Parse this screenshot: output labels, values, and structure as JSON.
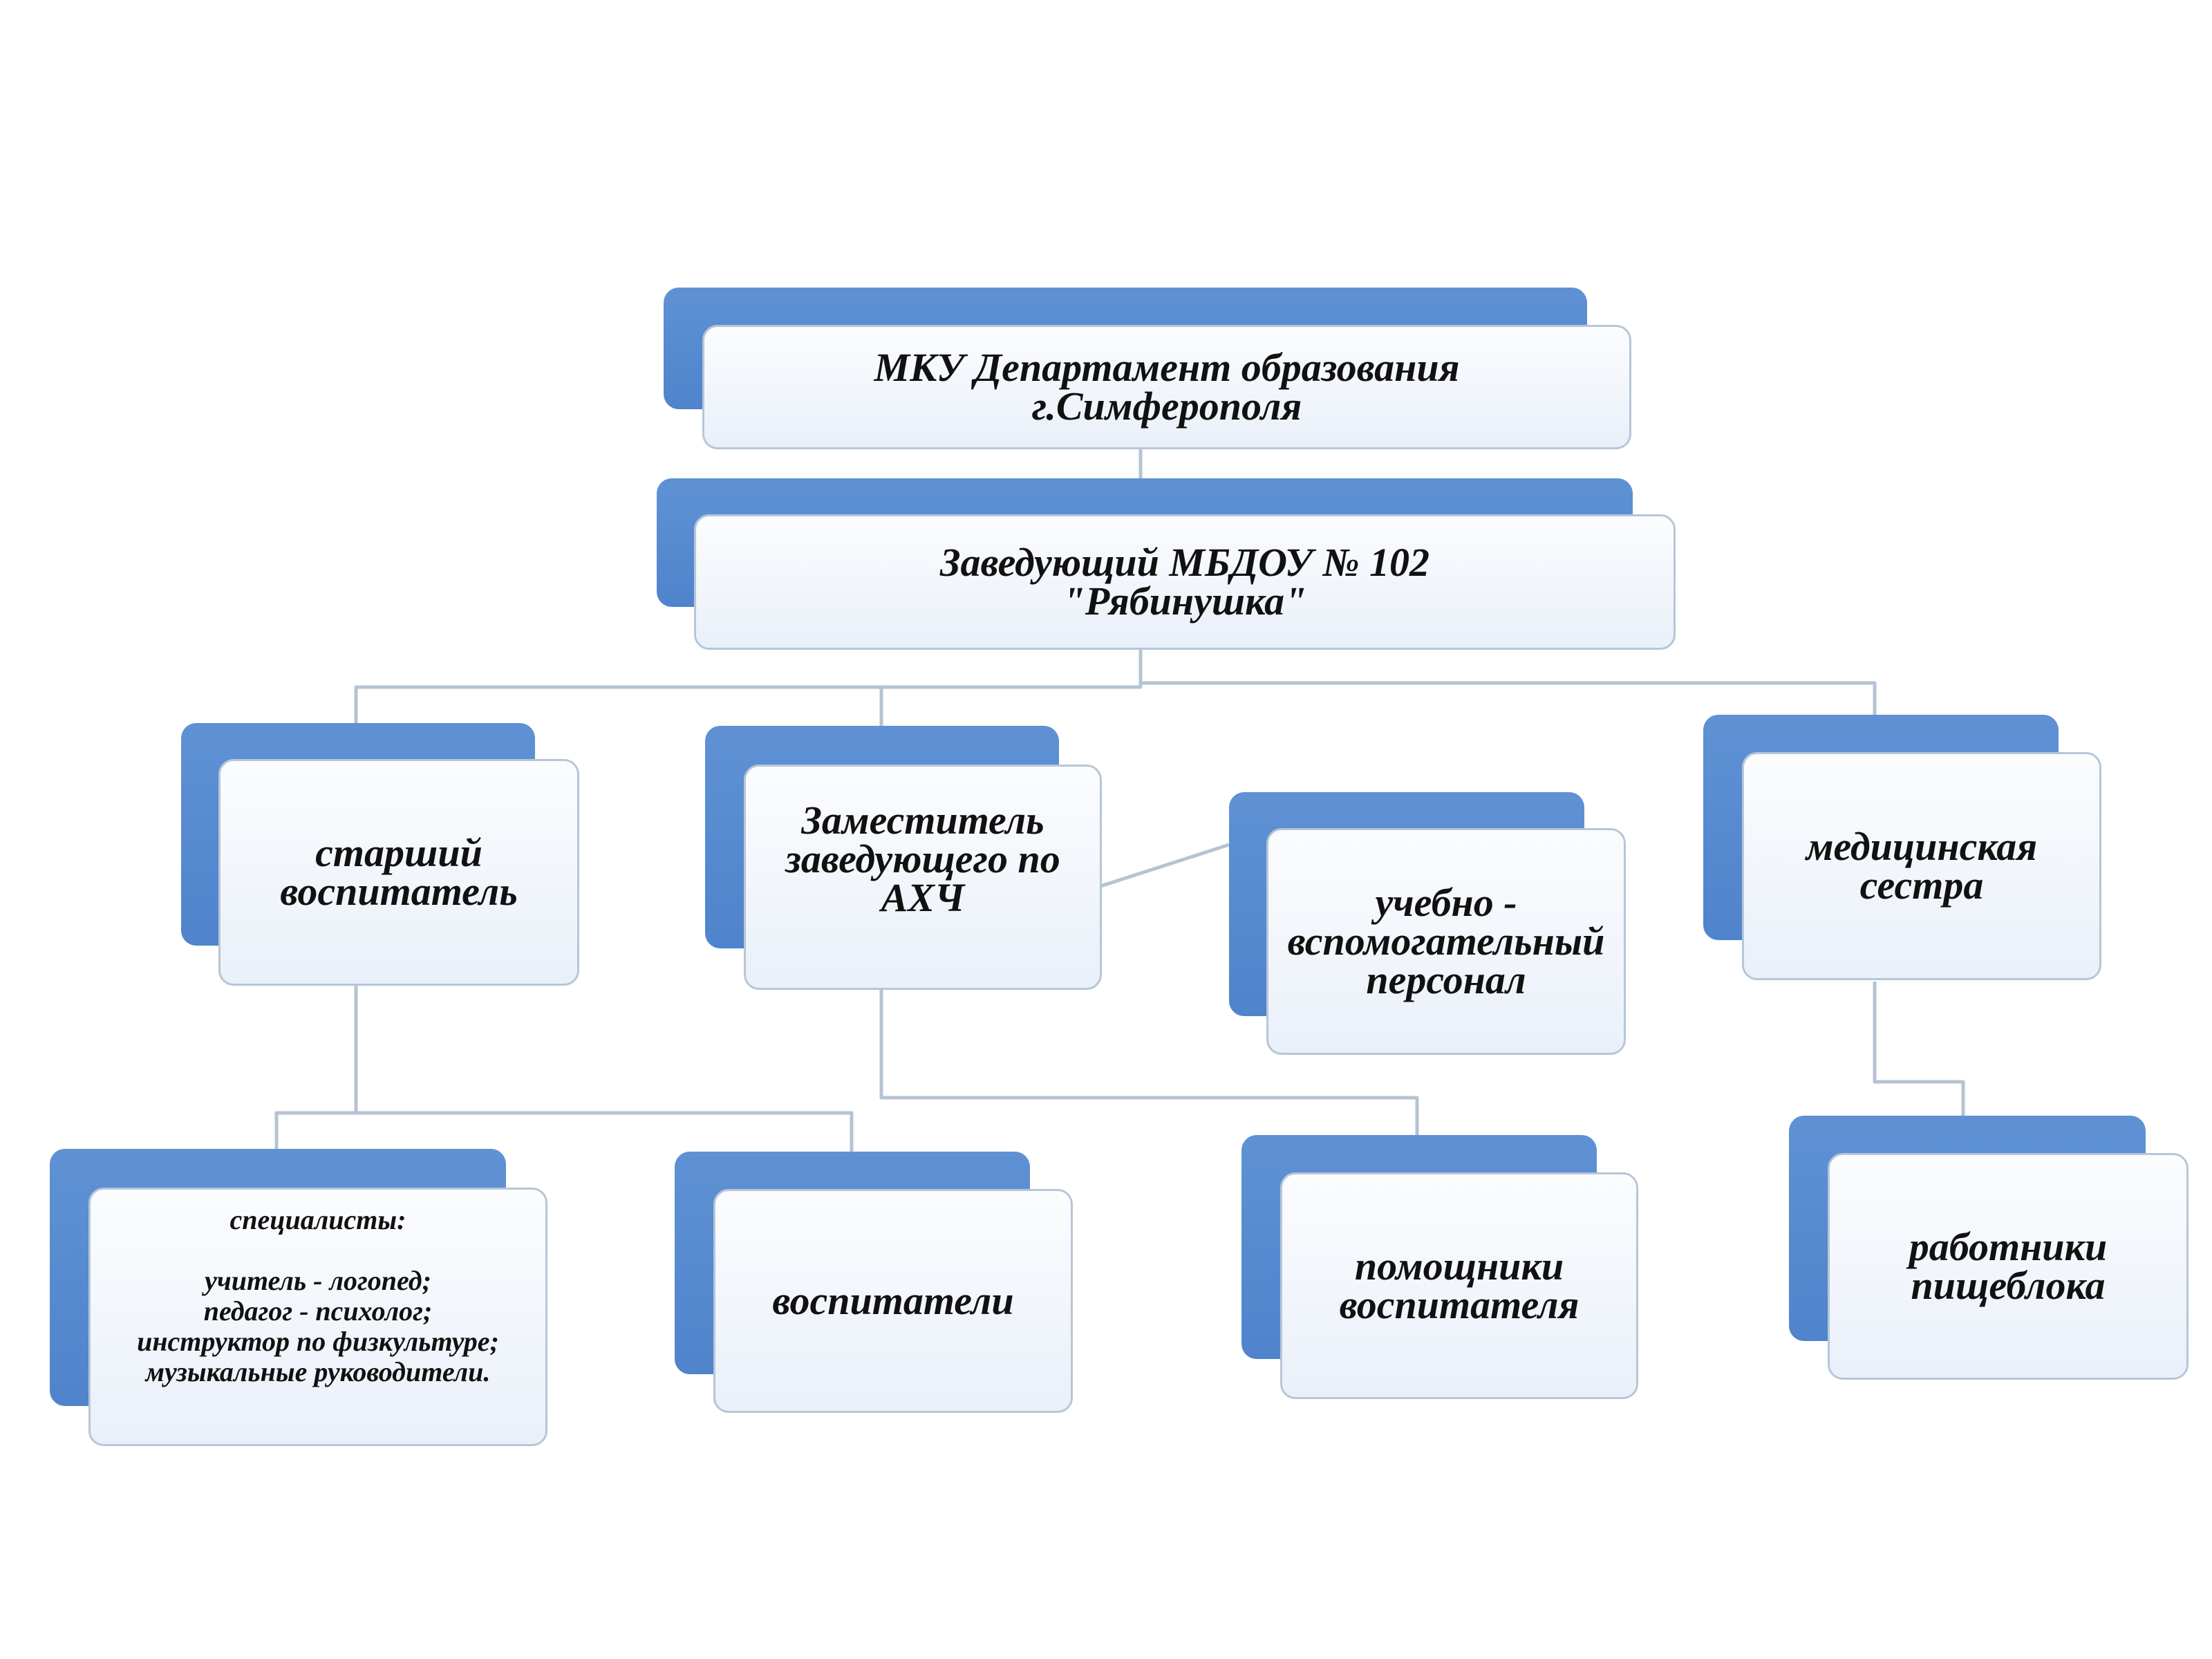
{
  "nodes": {
    "department": "МКУ Департамент образования\nг.Симферополя",
    "head": "Заведующий МБДОУ № 102\n\"Рябинушка\"",
    "senior_teacher": "старший\nвоспитатель",
    "deputy": "Заместитель\nзаведующего по\nАХЧ",
    "support_staff": "учебно -\nвспомогательный\nперсонал",
    "nurse": "медицинская\nсестра",
    "specialists": {
      "title": "специалисты:",
      "items": [
        "учитель - логопед;",
        "педагог - психолог;",
        "инструктор по физкультуре;",
        "музыкальные руководители."
      ]
    },
    "teachers": "воспитатели",
    "assistants": "помощники\nвоспитателя",
    "kitchen": "работники\nпищеблока"
  },
  "colors": {
    "back_box": "#5f91d4",
    "front_box": "#f3f6fb",
    "border": "#b7c6d8",
    "connector": "#b5c3d3"
  }
}
